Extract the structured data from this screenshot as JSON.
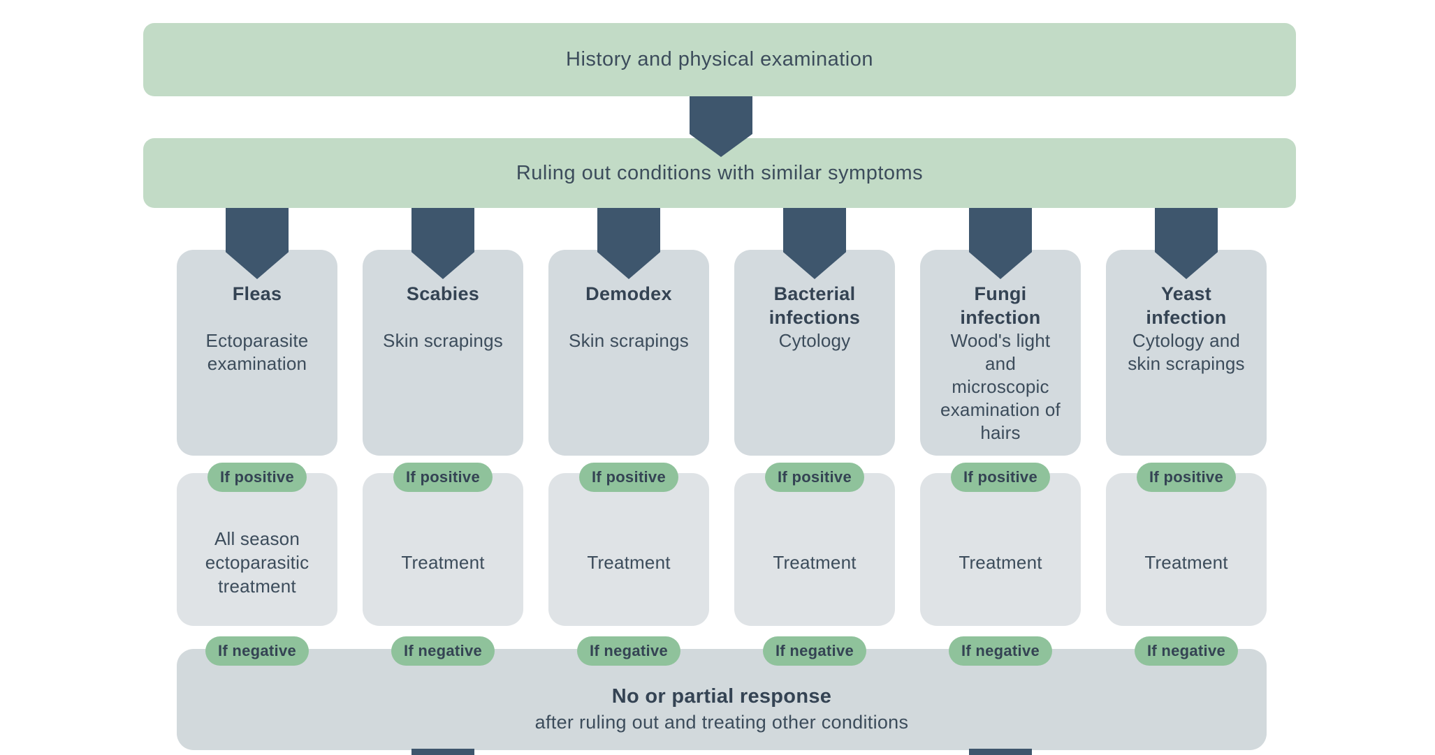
{
  "colors": {
    "background": "#ffffff",
    "banner_green": "#c2dbc6",
    "badge_green": "#8fc29b",
    "arrow_navy": "#3e566d",
    "title_text": "#344353",
    "body_text": "#3c4c5b",
    "condition_box": "#d3dade",
    "treatment_box": "#dfe3e6",
    "response_box": "#d2d9dc"
  },
  "banner1": {
    "label": "History and physical examination"
  },
  "banner2": {
    "label": "Ruling out conditions with similar symptoms"
  },
  "columns": [
    {
      "title": "Fleas",
      "test": "Ectoparasite examination",
      "positive_label": "If positive",
      "treatment": "All season ectoparasitic treatment",
      "negative_label": "If negative",
      "continues": false
    },
    {
      "title": "Scabies",
      "test": "Skin scrapings",
      "positive_label": "If positive",
      "treatment": "Treatment",
      "negative_label": "If negative",
      "continues": true
    },
    {
      "title": "Demodex",
      "test": "Skin scrapings",
      "positive_label": "If positive",
      "treatment": "Treatment",
      "negative_label": "If negative",
      "continues": false
    },
    {
      "title": "Bacterial infections",
      "test": "Cytology",
      "positive_label": "If positive",
      "treatment": "Treatment",
      "negative_label": "If negative",
      "continues": false
    },
    {
      "title": "Fungi infection",
      "test": "Wood's light and microscopic examination of hairs",
      "positive_label": "If positive",
      "treatment": "Treatment",
      "negative_label": "If negative",
      "continues": true
    },
    {
      "title": "Yeast infection",
      "test": "Cytology and skin scrapings",
      "positive_label": "If positive",
      "treatment": "Treatment",
      "negative_label": "If negative",
      "continues": false
    }
  ],
  "bottom": {
    "title": "No or partial response",
    "subtitle": "after ruling out and treating other conditions"
  }
}
